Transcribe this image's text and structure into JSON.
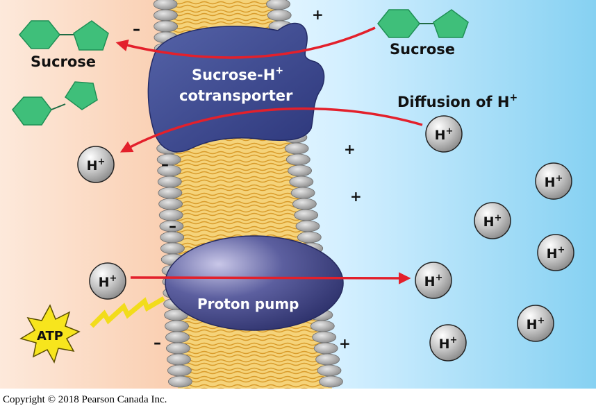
{
  "labels": {
    "sucrose_left": "Sucrose",
    "sucrose_right": "Sucrose",
    "cotransporter_line1": "Sucrose-H",
    "cotransporter_line2": "cotransporter",
    "plus_superscript": "+",
    "diffusion": "Diffusion of H",
    "proton_pump": "Proton pump",
    "atp": "ATP",
    "ion_base": "H",
    "ion_charge": "+",
    "minus_sign": "–",
    "plus_sign": "+"
  },
  "caption": "Copyright © 2018 Pearson Canada Inc.",
  "colors": {
    "cytoplasm": "#f9c9a8",
    "exterior": "#86d1f2",
    "protein": "#3b468f",
    "sucrose": "#3fbf7a",
    "arrow": "#e3202b",
    "lipid_tail": "#f3c35a",
    "atp": "#f7e51d",
    "ion": "#b9b9b9"
  }
}
